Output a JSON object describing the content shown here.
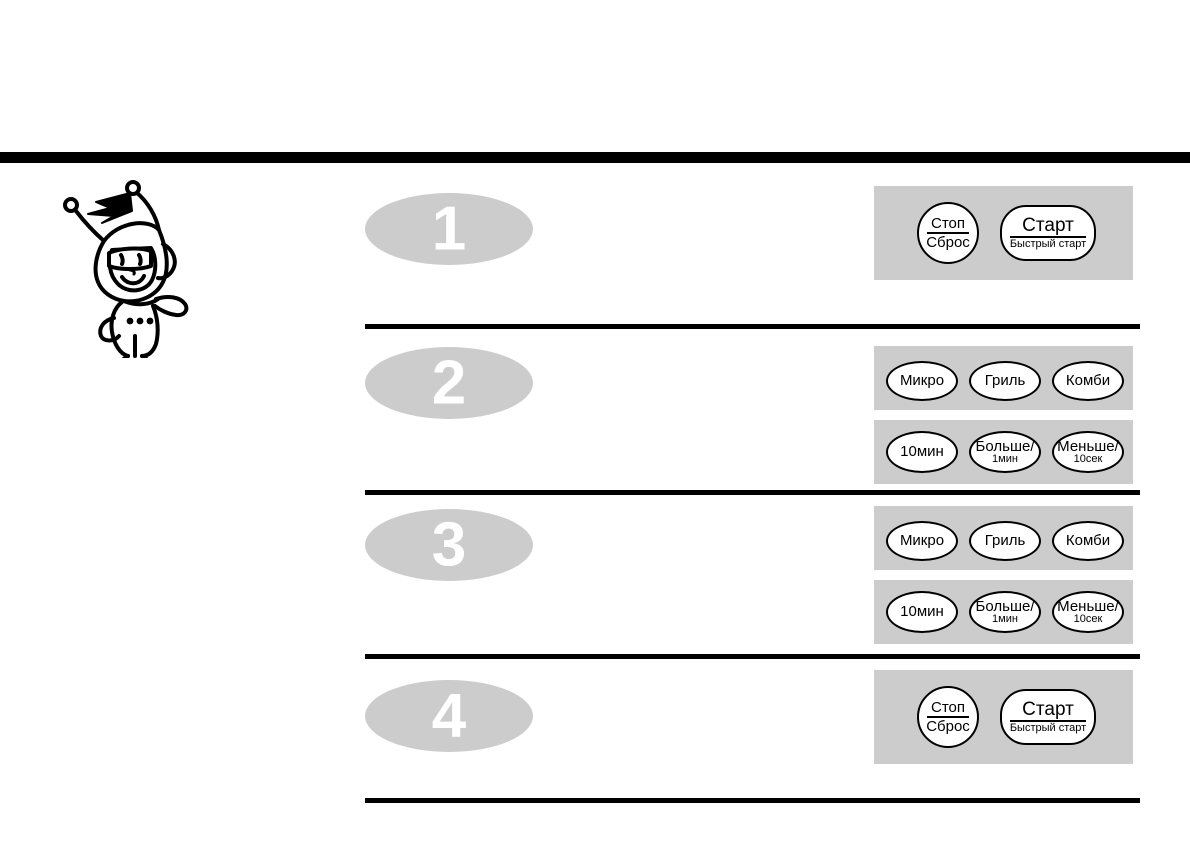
{
  "page": {
    "mascot_alt": "robot-mascot"
  },
  "steps": [
    {
      "number": "1",
      "panels": [
        {
          "kind": "control",
          "keys": [
            {
              "shape": "round",
              "top": "Стоп",
              "rule": true,
              "sub": "Сброс",
              "sub_size": "top"
            },
            {
              "shape": "stadium",
              "top": "Старт",
              "rule": true,
              "sub": "Быстрый старт",
              "sub_size": "small"
            }
          ]
        }
      ]
    },
    {
      "number": "2",
      "panels": [
        {
          "kind": "mode",
          "keys": [
            {
              "shape": "oval",
              "top": "Микро"
            },
            {
              "shape": "oval",
              "top": "Гриль"
            },
            {
              "shape": "oval",
              "top": "Комби"
            }
          ]
        },
        {
          "kind": "time",
          "keys": [
            {
              "shape": "oval",
              "top": "10мин"
            },
            {
              "shape": "oval",
              "top": "Больше/",
              "sub": "1мин"
            },
            {
              "shape": "oval",
              "top": "Меньше/",
              "sub": "10сек"
            }
          ]
        }
      ]
    },
    {
      "number": "3",
      "panels": [
        {
          "kind": "mode",
          "keys": [
            {
              "shape": "oval",
              "top": "Микро"
            },
            {
              "shape": "oval",
              "top": "Гриль"
            },
            {
              "shape": "oval",
              "top": "Комби"
            }
          ]
        },
        {
          "kind": "time",
          "keys": [
            {
              "shape": "oval",
              "top": "10мин"
            },
            {
              "shape": "oval",
              "top": "Больше/",
              "sub": "1мин"
            },
            {
              "shape": "oval",
              "top": "Меньше/",
              "sub": "10сек"
            }
          ]
        }
      ]
    },
    {
      "number": "4",
      "panels": [
        {
          "kind": "control",
          "keys": [
            {
              "shape": "round",
              "top": "Стоп",
              "rule": true,
              "sub": "Сброс",
              "sub_size": "top"
            },
            {
              "shape": "stadium",
              "top": "Старт",
              "rule": true,
              "sub": "Быстрый старт",
              "sub_size": "small"
            }
          ]
        }
      ]
    }
  ],
  "colors": {
    "panel_gray": "#cccccc",
    "badge_gray": "#cccccc",
    "rule_black": "#000000",
    "key_face": "#ffffff"
  }
}
